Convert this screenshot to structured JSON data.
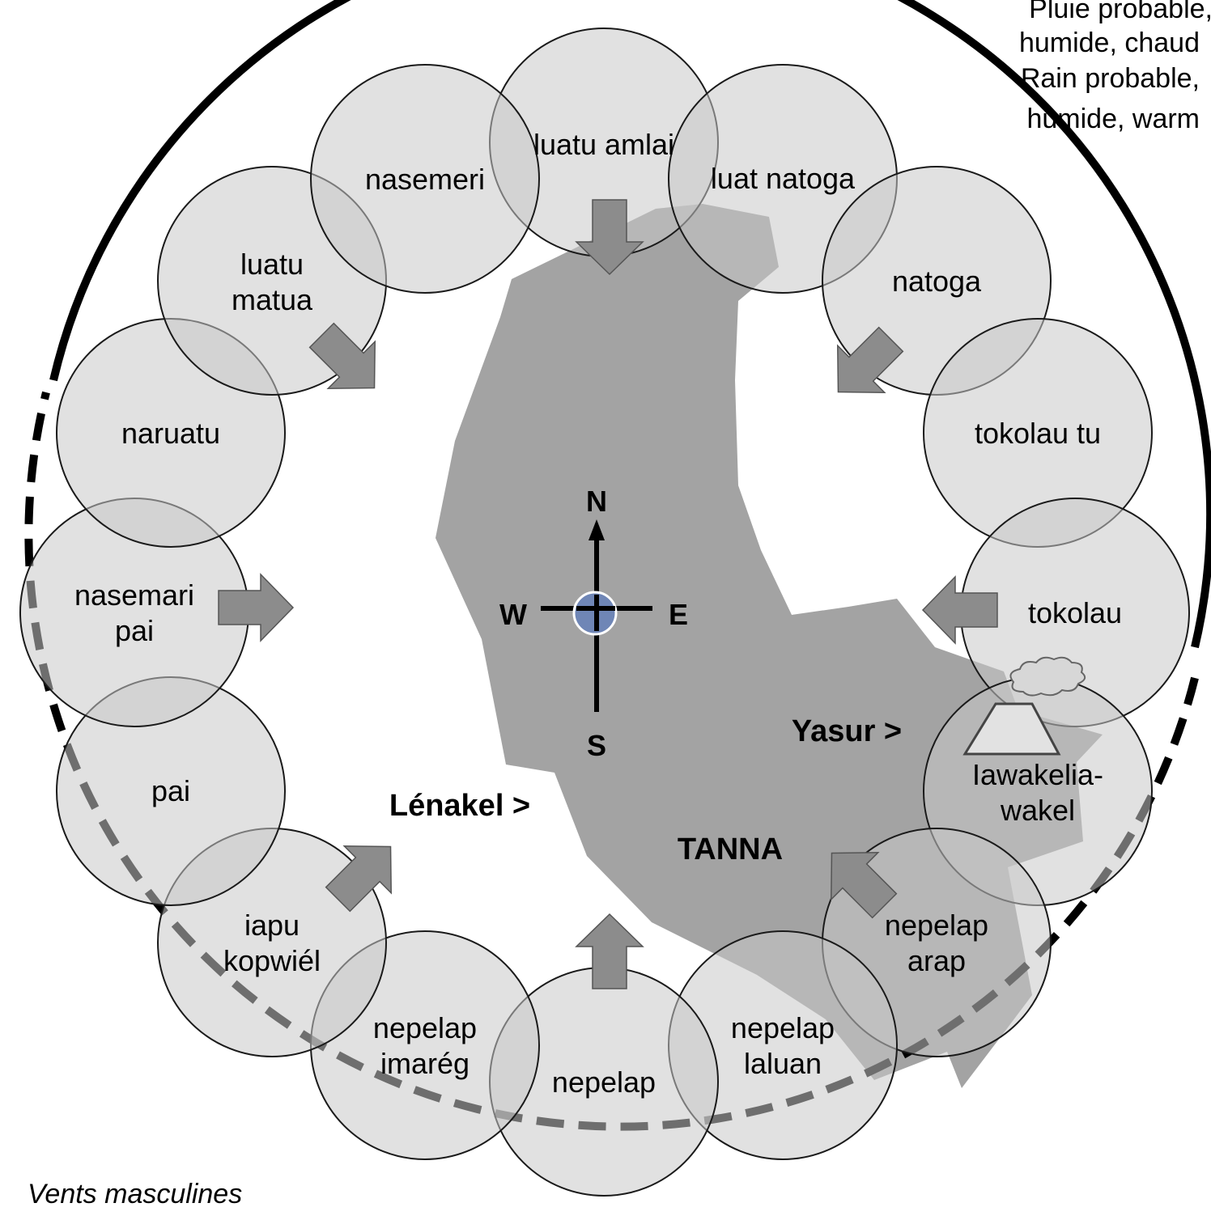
{
  "colors": {
    "island": "#a3a3a3",
    "wind_circle_fill": "#c8c8c8",
    "wind_circle_stroke": "#1a1a1a",
    "arrow_fill": "#8c8c8c",
    "arrow_stroke": "#555555",
    "compass_dot": "#6f86b6",
    "outer_ring": "#000000"
  },
  "corner_note": {
    "lines": [
      "Pluie probable,",
      "humide, chaud",
      "Rain probable,",
      "humide, warm"
    ]
  },
  "caption": "Vents masculines",
  "compass": {
    "north": "N",
    "south": "S",
    "east": "E",
    "west": "W"
  },
  "places": {
    "island": "TANNA",
    "town": "Lénakel >",
    "volcano": "Yasur >"
  },
  "winds": [
    {
      "lines": [
        "luatu amlai"
      ],
      "icon": ""
    },
    {
      "lines": [
        "luat natoga"
      ],
      "icon": ""
    },
    {
      "lines": [
        "natoga"
      ],
      "icon": ""
    },
    {
      "lines": [
        "tokolau tu"
      ],
      "icon": ""
    },
    {
      "lines": [
        "tokolau"
      ],
      "icon": ""
    },
    {
      "lines": [
        "Iawakelia-",
        "wakel"
      ],
      "icon": "volcano-icon"
    },
    {
      "lines": [
        "nepelap",
        "arap"
      ],
      "icon": ""
    },
    {
      "lines": [
        "nepelap",
        "laluan"
      ],
      "icon": ""
    },
    {
      "lines": [
        "nepelap"
      ],
      "icon": ""
    },
    {
      "lines": [
        "nepelap",
        "imarég"
      ],
      "icon": ""
    },
    {
      "lines": [
        "iapu",
        "kopwiél"
      ],
      "icon": ""
    },
    {
      "lines": [
        "pai"
      ],
      "icon": ""
    },
    {
      "lines": [
        "nasemari",
        "pai"
      ],
      "icon": ""
    },
    {
      "lines": [
        "naruatu"
      ],
      "icon": ""
    },
    {
      "lines": [
        "luatu",
        "matua"
      ],
      "icon": ""
    },
    {
      "lines": [
        "nasemeri"
      ],
      "icon": ""
    }
  ],
  "arrows": [
    {
      "from": "luatu amlai",
      "points": "S",
      "icon": "arrow-down-icon"
    },
    {
      "from": "natoga",
      "points": "SW",
      "icon": "arrow-southwest-icon"
    },
    {
      "from": "tokolau",
      "points": "W",
      "icon": "arrow-left-icon"
    },
    {
      "from": "nepelap arap",
      "points": "NW",
      "icon": "arrow-northwest-icon"
    },
    {
      "from": "nepelap",
      "points": "N",
      "icon": "arrow-up-icon"
    },
    {
      "from": "iapu kopwiél",
      "points": "NE",
      "icon": "arrow-northeast-icon"
    },
    {
      "from": "nasemari pai",
      "points": "E",
      "icon": "arrow-right-icon"
    },
    {
      "from": "luatu matua",
      "points": "SE",
      "icon": "arrow-southeast-icon"
    }
  ]
}
